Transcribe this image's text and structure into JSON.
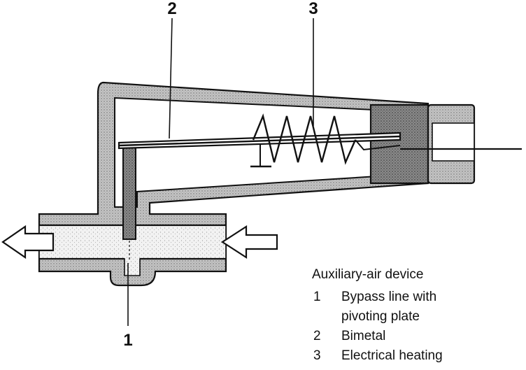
{
  "callouts": {
    "bypass": "1",
    "bimetal": "2",
    "heating": "3"
  },
  "legend": {
    "title": "Auxiliary-air device",
    "items": [
      {
        "num": "1",
        "lines": [
          "Bypass line with",
          "pivoting plate"
        ]
      },
      {
        "num": "2",
        "lines": [
          "Bimetal"
        ]
      },
      {
        "num": "3",
        "lines": [
          "Electrical heating"
        ]
      }
    ]
  },
  "colors": {
    "ink": "#111111",
    "housing_fill": "#c9c9c9",
    "air_fill": "#ececec"
  }
}
